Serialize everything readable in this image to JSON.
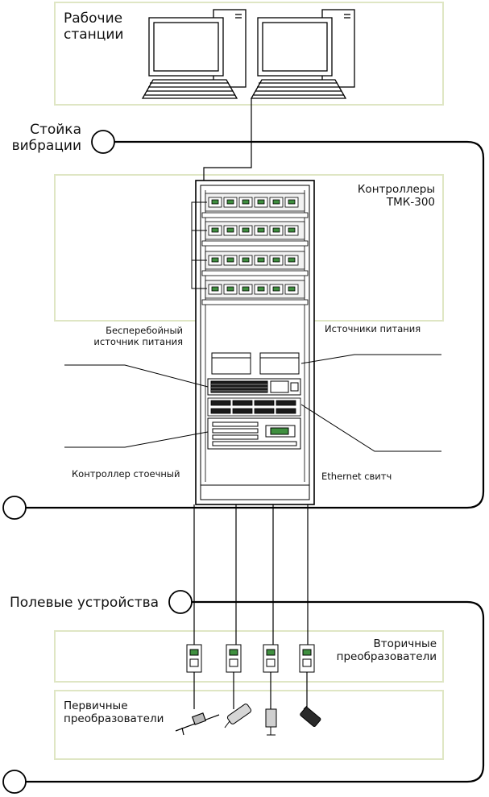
{
  "labels": {
    "workstations": "Рабочие\nстанции",
    "vibration_rack": "Стойка\nвибрации",
    "controllers": "Контроллеры\nТМК-300",
    "ups": "Бесперебойный\nисточник питания",
    "power_supplies": "Источники питания",
    "rack_controller": "Контроллер стоечный",
    "ethernet_switch": "Ethernet  свитч",
    "field_devices": "Полевые устройства",
    "secondary_converters": "Вторичные\nпреобразователи",
    "primary_converters": "Первичные\nпреобразователи"
  },
  "colors": {
    "zone_border": "#dfe6c4",
    "line": "#000000",
    "module_green": "#3f8f3f"
  }
}
